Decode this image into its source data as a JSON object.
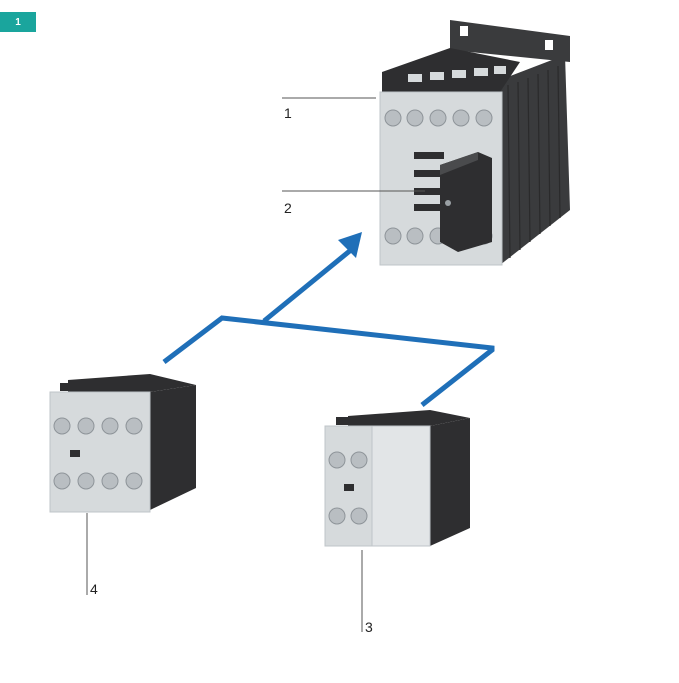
{
  "figure": {
    "badge": "1",
    "callouts": [
      {
        "id": "1"
      },
      {
        "id": "2"
      },
      {
        "id": "3"
      },
      {
        "id": "4"
      }
    ]
  },
  "colors": {
    "arrow": "#1f6fb8",
    "badge": "#1aa59d",
    "housing": "#d6dadc",
    "housing_dark": "#2e2e30",
    "terminal": "#b9bec2",
    "leader": "#555555"
  },
  "components": [
    {
      "callout": "1",
      "icon": "contactor-icon"
    },
    {
      "callout": "2",
      "icon": "suppressor-module-icon"
    },
    {
      "callout": "3",
      "icon": "auxiliary-contact-2pole-icon"
    },
    {
      "callout": "4",
      "icon": "auxiliary-contact-4pole-icon"
    }
  ]
}
